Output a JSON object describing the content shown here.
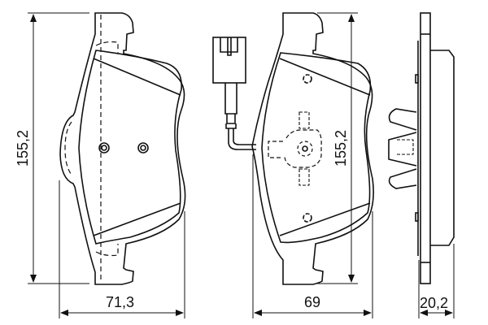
{
  "diagram": {
    "subject": "disc brake pad set technical drawing",
    "views": [
      {
        "name": "front-view-pad-left",
        "dimensions": {
          "height": "155,2",
          "width": "71,3"
        }
      },
      {
        "name": "front-view-pad-with-wear-sensor",
        "dimensions": {
          "height": "155,2",
          "width": "69"
        }
      },
      {
        "name": "side-view-pad",
        "dimensions": {
          "thickness": "20,2"
        }
      }
    ]
  },
  "labels": {
    "left_height": "155,2",
    "left_width": "71,3",
    "middle_height": "155,2",
    "middle_width": "69",
    "side_thickness": "20,2"
  },
  "colors": {
    "line": "#111111",
    "background": "#ffffff"
  }
}
